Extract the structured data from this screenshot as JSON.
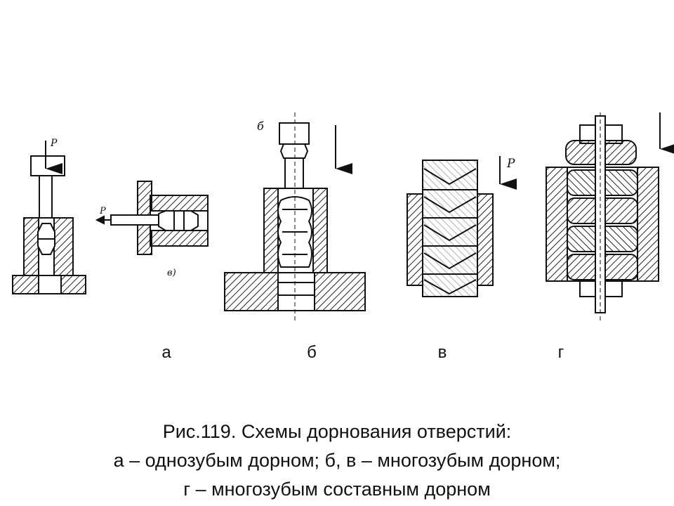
{
  "figure": {
    "labels": [
      "а",
      "б",
      "в",
      "г"
    ],
    "sketch_marks": {
      "p_a": "P",
      "p_small": "P",
      "b_letter": "б",
      "v_letter": "в)",
      "p_v": "P"
    },
    "caption": [
      "Рис.119. Схемы дорнования отверстий:",
      "а – однозубым дорном; б, в – многозубым дорном;",
      "г – многозубым составным дорном"
    ]
  }
}
